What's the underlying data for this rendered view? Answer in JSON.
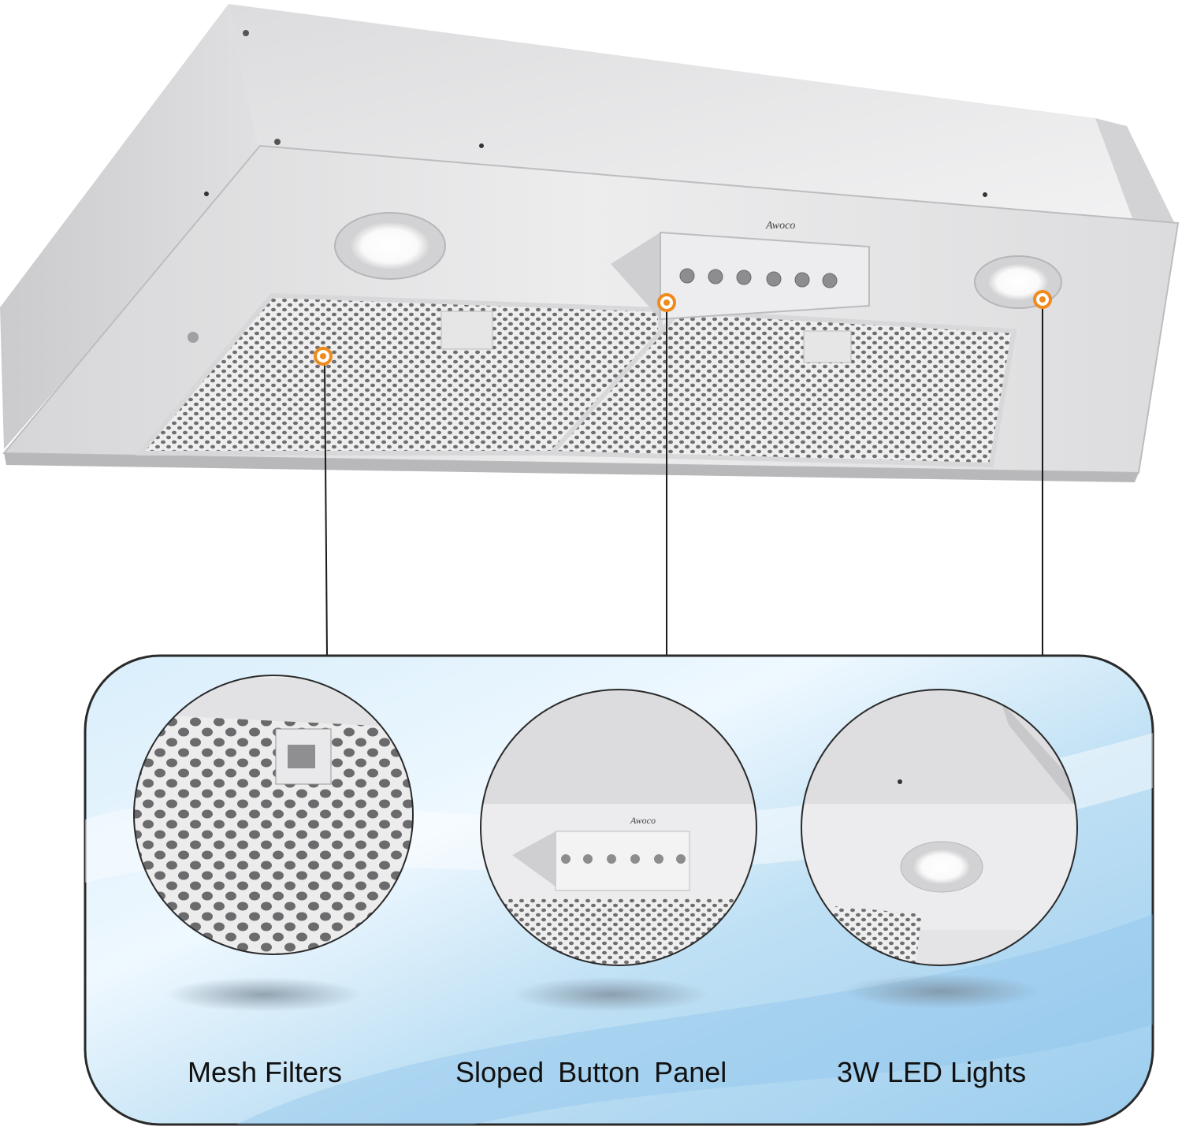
{
  "brand": "Awoco",
  "features": [
    {
      "label": "Mesh Filters"
    },
    {
      "label": "Sloped  Button Panel"
    },
    {
      "label": "3W LED Lights"
    }
  ],
  "colors": {
    "steel_light": "#e9e9ea",
    "steel_mid": "#cfcfd1",
    "steel_dark": "#a9a9ac",
    "marker_orange": "#f08a1c",
    "panel_blue": "#cfe7f6",
    "panel_border": "#2a2a2a"
  },
  "icons": [
    "marker-dot-icon",
    "led-light-icon",
    "control-button-icon"
  ]
}
